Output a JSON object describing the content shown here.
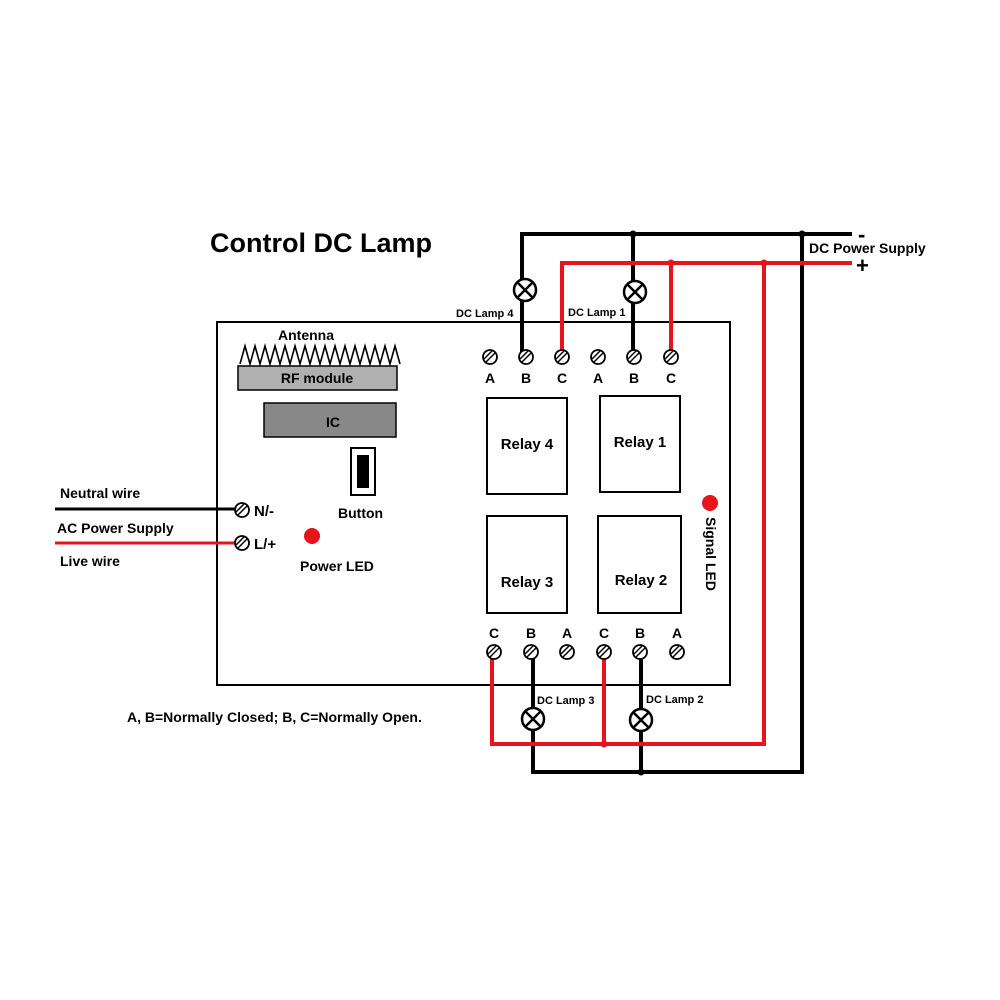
{
  "title": "Control DC Lamp",
  "colors": {
    "wire_hot": "#e8141b",
    "wire_neutral": "#000000",
    "led": "#e8141b",
    "module_fill": "#b0b0b0",
    "ic_fill": "#888888"
  },
  "board": {
    "antenna_label": "Antenna",
    "rf_module_label": "RF module",
    "ic_label": "IC",
    "button_label": "Button",
    "power_led_label": "Power LED",
    "signal_led_label": "Signal LED",
    "relays": [
      "Relay 4",
      "Relay 1",
      "Relay 3",
      "Relay 2"
    ]
  },
  "terminals": {
    "top": [
      "A",
      "B",
      "C",
      "A",
      "B",
      "C"
    ],
    "bottom": [
      "C",
      "B",
      "A",
      "C",
      "B",
      "A"
    ],
    "power": [
      "N/-",
      "L/+"
    ]
  },
  "lamps": [
    "DC Lamp 4",
    "DC Lamp 1",
    "DC Lamp 3",
    "DC Lamp 2"
  ],
  "dc_supply": {
    "label": "DC Power Supply",
    "minus": "-",
    "plus": "+"
  },
  "ac_supply": {
    "neutral_label": "Neutral wire",
    "supply_label": "AC Power Supply",
    "live_label": "Live wire"
  },
  "note": "A, B=Normally Closed; B, C=Normally Open."
}
